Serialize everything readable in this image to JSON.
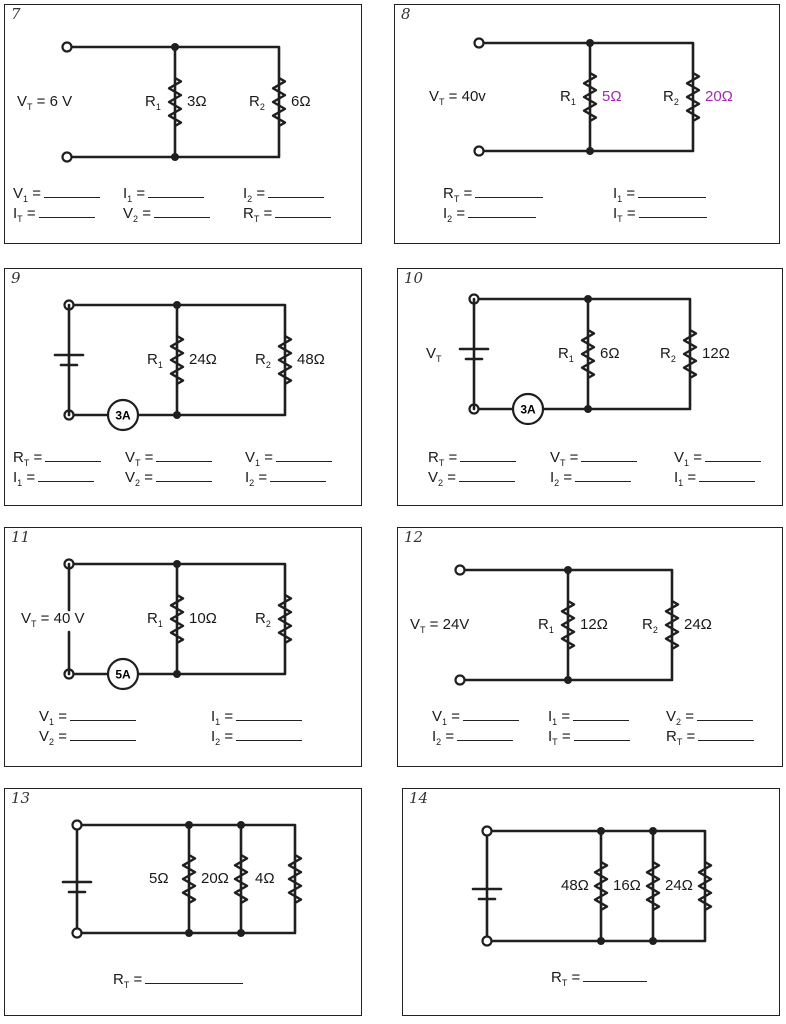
{
  "problems": [
    {
      "number": "7",
      "circuit": {
        "source": "V<sub>T</sub> = 6 V",
        "r1": "R<sub>1</sub>",
        "r1_value": "3Ω",
        "r2": "R<sub>2</sub>",
        "r2_value": "6Ω"
      },
      "questions": [
        [
          "V<sub>1</sub> =",
          "I<sub>1</sub> =",
          "I<sub>2</sub> ="
        ],
        [
          "I<sub>T</sub> =",
          "V<sub>2</sub> =",
          "R<sub>T</sub> ="
        ]
      ]
    },
    {
      "number": "8",
      "circuit": {
        "source": "V<sub>T</sub> = 40v",
        "r1": "R<sub>1</sub>",
        "r1_value": "5Ω",
        "r2": "R<sub>2</sub>",
        "r2_value": "20Ω",
        "handwritten_color": "#a02cb0"
      },
      "questions": [
        [
          "R<sub>T</sub> =",
          "I<sub>1</sub> ="
        ],
        [
          "I<sub>2</sub> =",
          "I<sub>T</sub> ="
        ]
      ]
    },
    {
      "number": "9",
      "circuit": {
        "ammeter": "3A",
        "r1": "R<sub>1</sub>",
        "r1_value": "24Ω",
        "r2": "R<sub>2</sub>",
        "r2_value": "48Ω"
      },
      "questions": [
        [
          "R<sub>T</sub> =",
          "V<sub>T</sub> =",
          "V<sub>1</sub> ="
        ],
        [
          "I<sub>1</sub> =",
          "V<sub>2</sub> =",
          "I<sub>2</sub> ="
        ]
      ]
    },
    {
      "number": "10",
      "circuit": {
        "source": "V<sub>T</sub>",
        "ammeter": "3A",
        "r1": "R<sub>1</sub>",
        "r1_value": "6Ω",
        "r2": "R<sub>2</sub>",
        "r2_value": "12Ω"
      },
      "questions": [
        [
          "R<sub>T</sub> =",
          "V<sub>T</sub> =",
          "V<sub>1</sub> ="
        ],
        [
          "V<sub>2</sub> =",
          "I<sub>2</sub> =",
          "I<sub>1</sub> ="
        ]
      ]
    },
    {
      "number": "11",
      "circuit": {
        "source": "V<sub>T</sub> = 40 V",
        "ammeter": "5A",
        "r1": "R<sub>1</sub>",
        "r1_value": "10Ω",
        "r2": "R<sub>2</sub>"
      },
      "questions": [
        [
          "V<sub>1</sub> =",
          "I<sub>1</sub> ="
        ],
        [
          "V<sub>2</sub> =",
          "I<sub>2</sub> ="
        ]
      ]
    },
    {
      "number": "12",
      "circuit": {
        "source": "V<sub>T</sub> = 24V",
        "r1": "R<sub>1</sub>",
        "r1_value": "12Ω",
        "r2": "R<sub>2</sub>",
        "r2_value": "24Ω"
      },
      "questions": [
        [
          "V<sub>1</sub> =",
          "I<sub>1</sub> =",
          "V<sub>2</sub> ="
        ],
        [
          "I<sub>2</sub> =",
          "I<sub>T</sub> =",
          "R<sub>T</sub> ="
        ]
      ]
    },
    {
      "number": "13",
      "circuit": {
        "r_values": [
          "5Ω",
          "20Ω",
          "4Ω"
        ]
      },
      "questions": [
        [
          "R<sub>T</sub> ="
        ]
      ]
    },
    {
      "number": "14",
      "circuit": {
        "r_values": [
          "48Ω",
          "16Ω",
          "24Ω"
        ]
      },
      "questions": [
        [
          "R<sub>T</sub> ="
        ]
      ]
    }
  ]
}
